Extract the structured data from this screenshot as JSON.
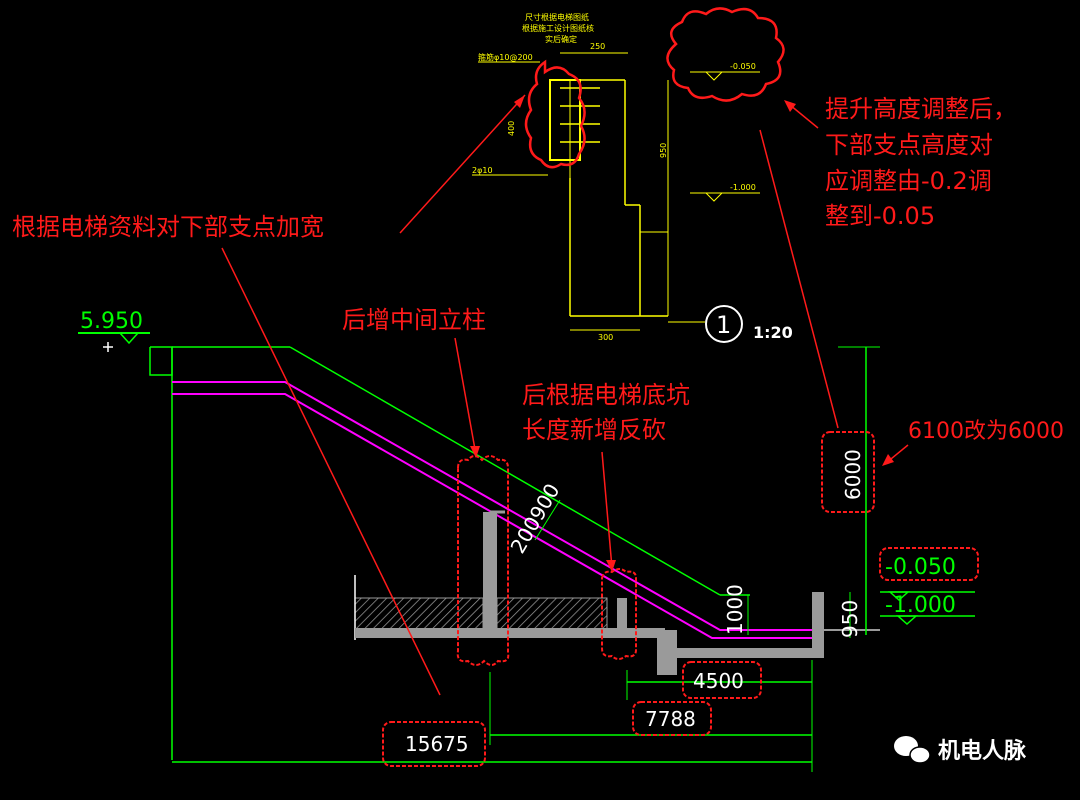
{
  "notes": {
    "widen_support": "根据电梯资料对下部支点加宽",
    "raise_line1": "提升高度调整后，",
    "raise_line2": "下部支点高度对",
    "raise_line3": "应调整由-0.2调",
    "raise_line4": "整到-0.05",
    "middle_column": "后增中间立柱",
    "pit_line1": "后根据电梯底坑",
    "pit_line2": "长度新增反砍",
    "height_change": "6100改为6000"
  },
  "levels": {
    "top": "5.950",
    "bottom_support": "-0.050",
    "pit": "-1.000",
    "detail_upper": "-0.050",
    "detail_lower": "-1.000"
  },
  "dimensions": {
    "total_length": "15675",
    "span": "7788",
    "pit_length": "4500",
    "rise": "6000",
    "pit_depth_left": "1000",
    "pit_depth_right": "950",
    "clearance": "200900",
    "detail_width_top": "250",
    "detail_width_bottom": "300",
    "detail_height": "950",
    "detail_side": "400"
  },
  "detail": {
    "index_number": "1",
    "scale": "1:20",
    "note_line1": "尺寸根据电梯图纸",
    "note_line2": "根据施工设计图纸核",
    "note_line3": "实后确定",
    "rebar_top": "箍筋φ10@200",
    "rebar_side": "2φ10"
  },
  "watermark": "机电人脉",
  "colors": {
    "background": "#000000",
    "structure": "#00ff00",
    "rail": "#ff00ff",
    "concrete": "#9a9a9a",
    "markup": "#ff1a1a",
    "detail_line": "#ffff00"
  }
}
